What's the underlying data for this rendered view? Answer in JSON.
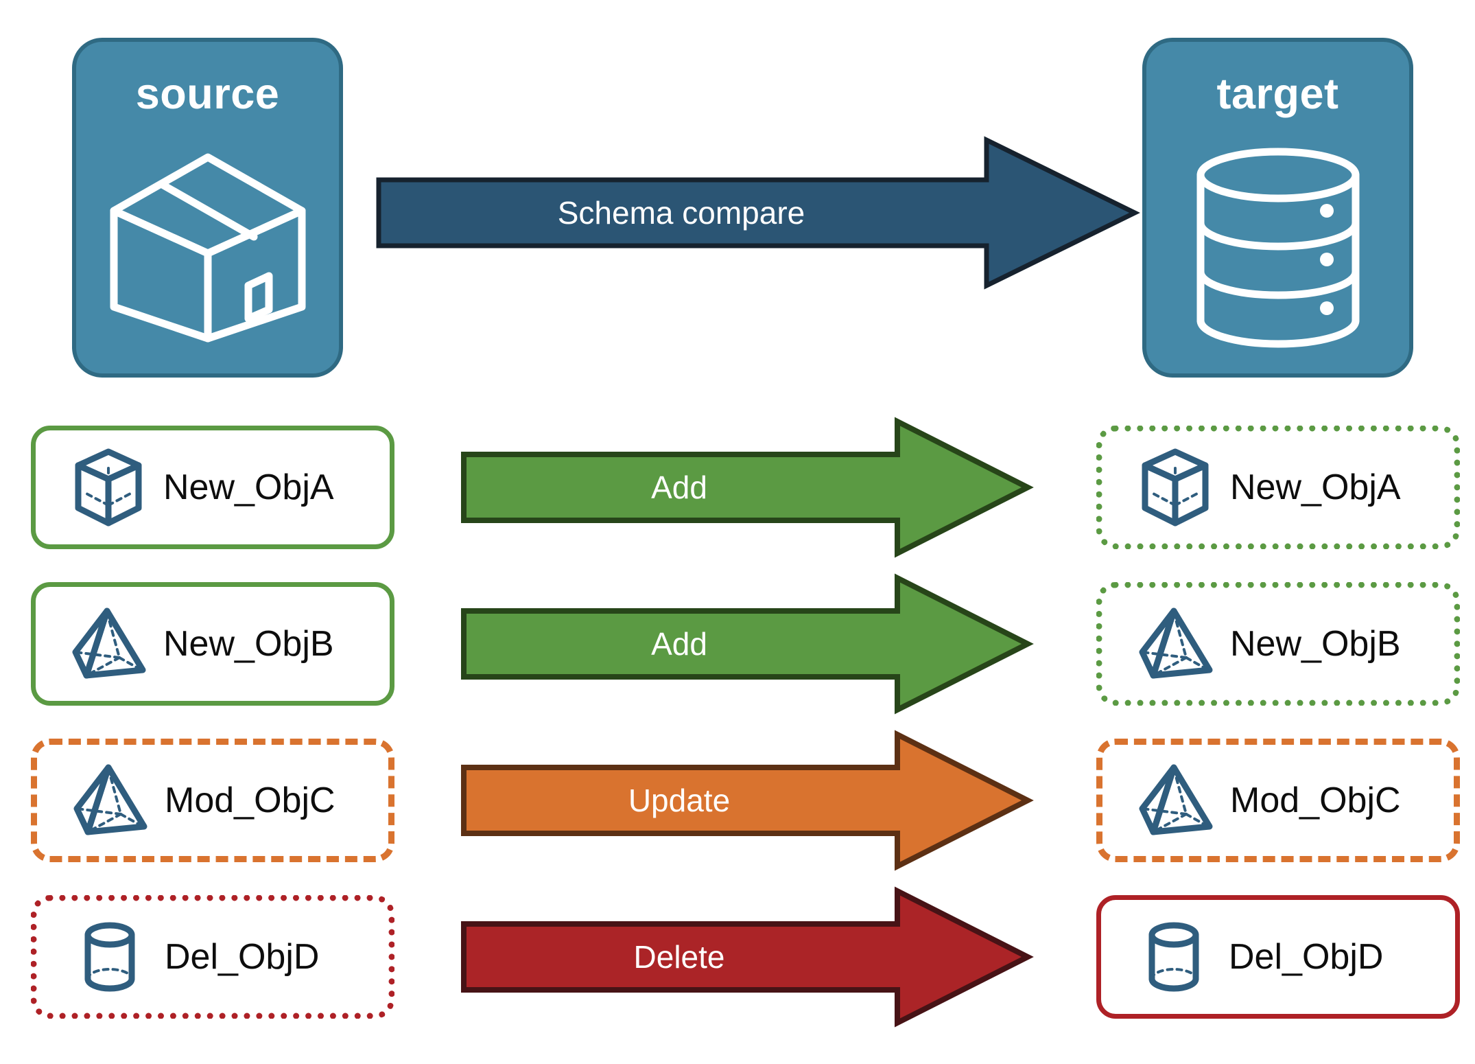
{
  "diagram": {
    "title_source": "source",
    "title_target": "target",
    "compare_label": "Schema compare",
    "colors": {
      "panel_fill": "#4589a8",
      "panel_stroke": "#2f6a83",
      "compare_fill": "#2b5574",
      "compare_stroke": "#16222e",
      "add_fill": "#5b9a43",
      "add_stroke": "#274519",
      "update_fill": "#d9732f",
      "update_stroke": "#5c3014",
      "delete_fill": "#ab2427",
      "delete_stroke": "#471316",
      "object_icon": "#2f5d7e",
      "text_dark": "#0d0d0d",
      "text_light": "#ffffff"
    },
    "panels": [
      {
        "name": "source",
        "title": "source",
        "icon": "package-box-icon"
      },
      {
        "name": "target",
        "title": "target",
        "icon": "database-cylinder-icon"
      }
    ],
    "rows": [
      {
        "action": "Add",
        "arrow_color": "#5b9a43",
        "source": {
          "label": "New_ObjA",
          "icon": "wireframe-cube-icon",
          "border": "solid"
        },
        "target": {
          "label": "New_ObjA",
          "icon": "wireframe-cube-icon",
          "border": "dotted"
        }
      },
      {
        "action": "Add",
        "arrow_color": "#5b9a43",
        "source": {
          "label": "New_ObjB",
          "icon": "wireframe-pyramid-icon",
          "border": "solid"
        },
        "target": {
          "label": "New_ObjB",
          "icon": "wireframe-pyramid-icon",
          "border": "dotted"
        }
      },
      {
        "action": "Update",
        "arrow_color": "#d9732f",
        "source": {
          "label": "Mod_ObjC",
          "icon": "wireframe-pyramid-icon",
          "border": "dashed"
        },
        "target": {
          "label": "Mod_ObjC",
          "icon": "wireframe-pyramid-icon",
          "border": "dashed"
        }
      },
      {
        "action": "Delete",
        "arrow_color": "#ab2427",
        "source": {
          "label": "Del_ObjD",
          "icon": "wireframe-cylinder-icon",
          "border": "dotted"
        },
        "target": {
          "label": "Del_ObjD",
          "icon": "wireframe-cylinder-icon",
          "border": "solid"
        }
      }
    ]
  }
}
